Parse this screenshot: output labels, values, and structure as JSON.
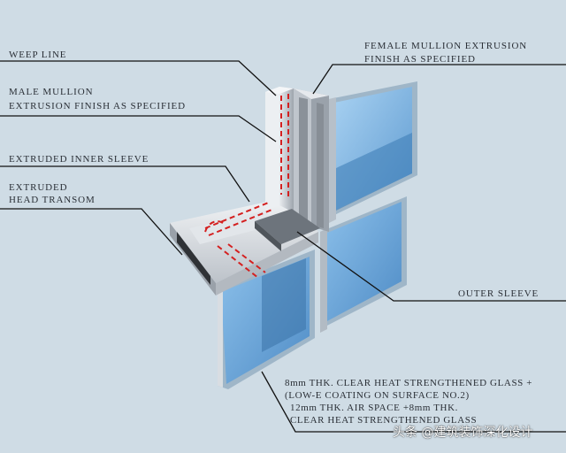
{
  "labels": {
    "weep_line": "WEEP LINE",
    "male_mullion_1": "MALE MULLION",
    "male_mullion_2": "EXTRUSION FINISH AS SPECIFIED",
    "inner_sleeve": "EXTRUDED INNER SLEEVE",
    "head_transom_1": "EXTRUDED",
    "head_transom_2": "HEAD TRANSOM",
    "female_mullion_1": "FEMALE MULLION EXTRUSION",
    "female_mullion_2": "FINISH AS SPECIFIED",
    "outer_sleeve": "OUTER SLEEVE"
  },
  "glass_note": {
    "line1": "8mm THK. CLEAR HEAT STRENGTHENED GLASS +",
    "line2": "(LOW-E COATING ON SURFACE NO.2)",
    "line3": "12mm THK. AIR SPACE +8mm THK.",
    "line4": "CLEAR  HEAT STRENGTHENED GLASS"
  },
  "watermark": "头条 @建筑装饰深化设计",
  "colors": {
    "background": "#cfdce5",
    "glass": "#7fb4e0",
    "aluminum": "#c8ccd2",
    "weep_line": "#d42020",
    "leader": "#111111"
  }
}
